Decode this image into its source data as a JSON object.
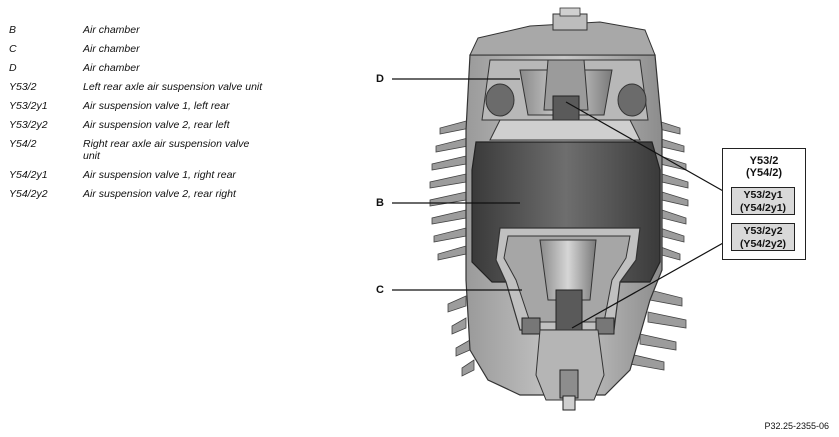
{
  "legend": [
    {
      "code": "B",
      "desc": "Air chamber"
    },
    {
      "code": "C",
      "desc": "Air chamber"
    },
    {
      "code": "D",
      "desc": "Air chamber"
    },
    {
      "code": "Y53/2",
      "desc": "Left rear axle air suspension valve unit"
    },
    {
      "code": "Y53/2y1",
      "desc": "Air suspension valve 1, left rear"
    },
    {
      "code": "Y53/2y2",
      "desc": "Air suspension valve 2, rear left"
    },
    {
      "code": "Y54/2",
      "desc": "Right rear axle air suspension valve unit"
    },
    {
      "code": "Y54/2y1",
      "desc": "Air suspension valve 1, right rear"
    },
    {
      "code": "Y54/2y2",
      "desc": "Air suspension valve 2, rear right"
    }
  ],
  "callouts": {
    "d": "D",
    "b": "B",
    "c": "C"
  },
  "reference_box": {
    "title_line1": "Y53/2",
    "title_line2": "(Y54/2)",
    "item1_line1": "Y53/2y1",
    "item1_line2": "(Y54/2y1)",
    "item2_line1": "Y53/2y2",
    "item2_line2": "(Y54/2y2)"
  },
  "figure_id": "P32.25-2355-06"
}
